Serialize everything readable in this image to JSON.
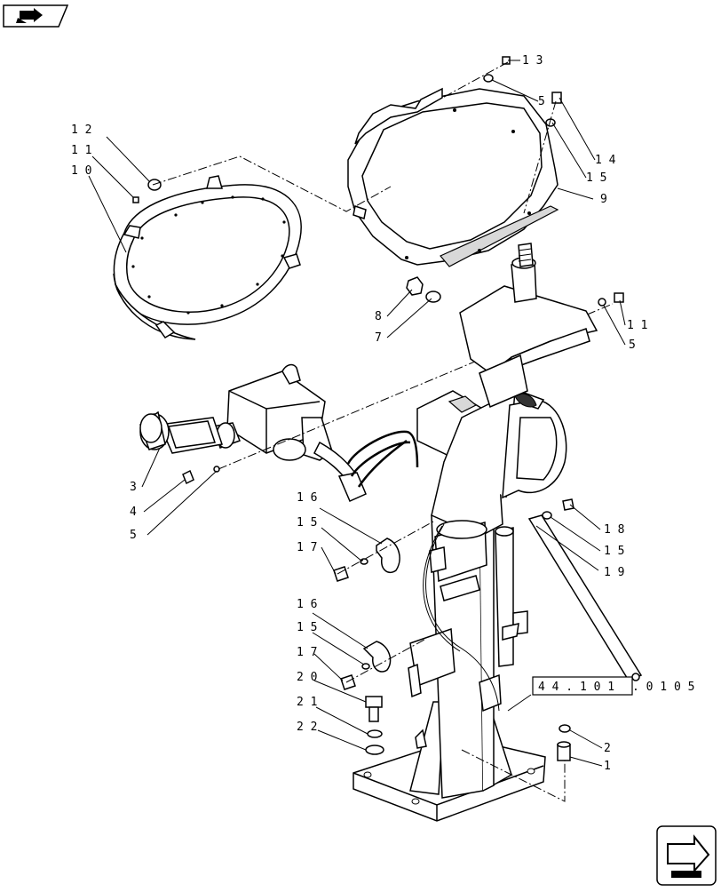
{
  "diagram": {
    "ref_box": {
      "boxed": "4 4 . 1 0 1",
      "suffix": ". 0 1   0 5"
    },
    "callouts": [
      {
        "id": "c1",
        "text": "1 2"
      },
      {
        "id": "c2",
        "text": "1 1"
      },
      {
        "id": "c3",
        "text": "1 0"
      },
      {
        "id": "c4",
        "text": "1 3"
      },
      {
        "id": "c5",
        "text": "5"
      },
      {
        "id": "c6",
        "text": "1 4"
      },
      {
        "id": "c7",
        "text": "1 5"
      },
      {
        "id": "c8",
        "text": "9"
      },
      {
        "id": "c9",
        "text": "8"
      },
      {
        "id": "c10",
        "text": "7"
      },
      {
        "id": "c11",
        "text": "1 1"
      },
      {
        "id": "c12",
        "text": "5"
      },
      {
        "id": "c13",
        "text": "3"
      },
      {
        "id": "c14",
        "text": "4"
      },
      {
        "id": "c15",
        "text": "5"
      },
      {
        "id": "c16",
        "text": "1 6"
      },
      {
        "id": "c17",
        "text": "1 5"
      },
      {
        "id": "c18",
        "text": "1 7"
      },
      {
        "id": "c19",
        "text": "1 8"
      },
      {
        "id": "c20",
        "text": "1 5"
      },
      {
        "id": "c21",
        "text": "1 9"
      },
      {
        "id": "c22",
        "text": "1 6"
      },
      {
        "id": "c23",
        "text": "1 5"
      },
      {
        "id": "c24",
        "text": "1 7"
      },
      {
        "id": "c25",
        "text": "2 0"
      },
      {
        "id": "c26",
        "text": "2 1"
      },
      {
        "id": "c27",
        "text": "2 2"
      },
      {
        "id": "c28",
        "text": "2"
      },
      {
        "id": "c29",
        "text": "1"
      }
    ]
  }
}
